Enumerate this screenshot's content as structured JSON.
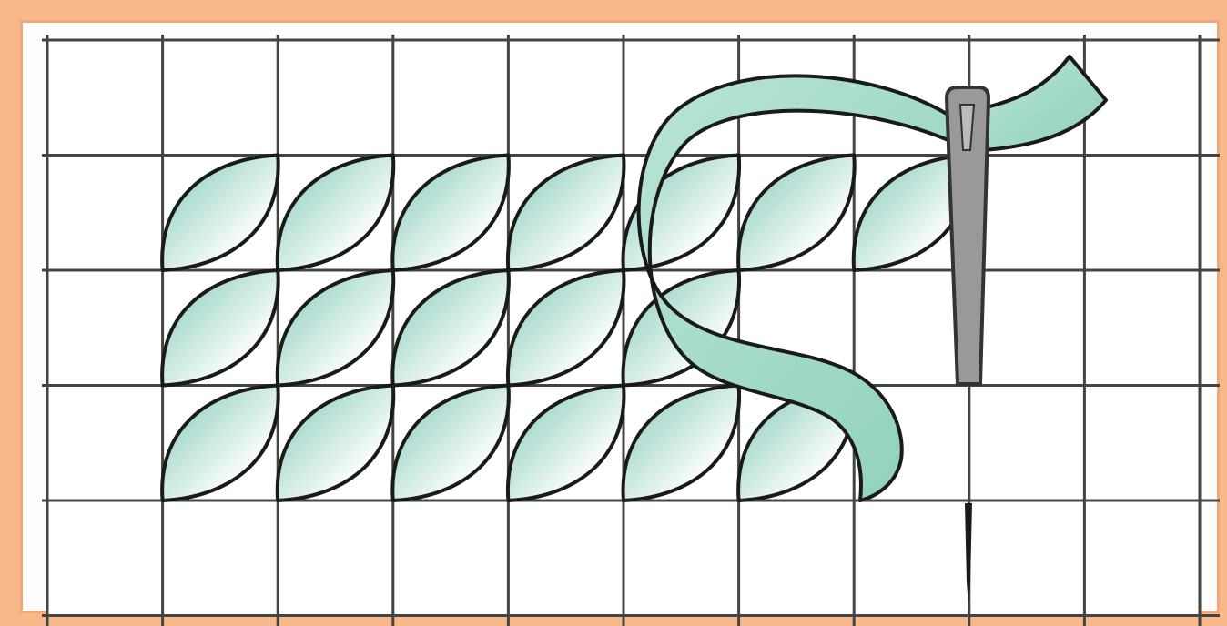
{
  "figure": {
    "kind": "stitch-diagram",
    "frame_color": "#f7b98a",
    "background_color": "#ffffff",
    "grid_line_color": "#444444",
    "grid": {
      "columns": 10,
      "rows": 5
    },
    "stitch": {
      "type": "leaf",
      "fill_color": "#7cc7b4",
      "highlight_color": "#ffffff",
      "outline_color": "#1a1a1a",
      "filled_rows": [
        {
          "row": 1,
          "start_col": 1,
          "count": 7
        },
        {
          "row": 2,
          "start_col": 1,
          "count": 5
        },
        {
          "row": 3,
          "start_col": 1,
          "count": 6
        }
      ]
    },
    "thread": {
      "color": "#a8dccb",
      "outline_color": "#1a1a1a"
    },
    "needle": {
      "color": "#999999",
      "outline_color": "#333333"
    }
  }
}
